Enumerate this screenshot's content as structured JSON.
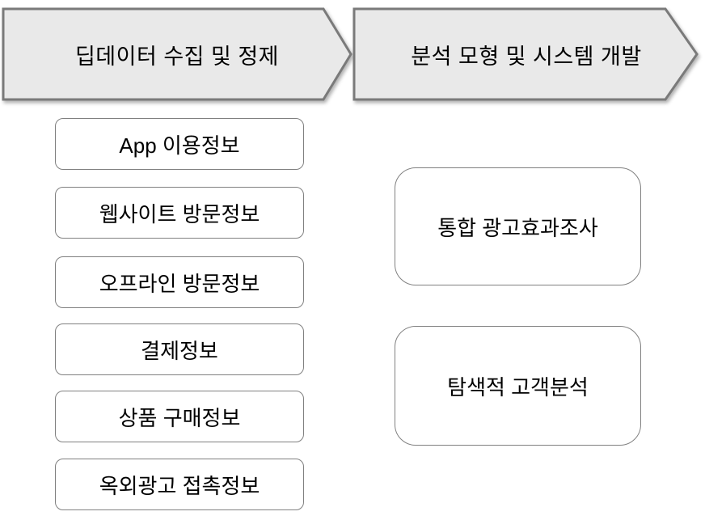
{
  "diagram": {
    "stages": [
      {
        "label": "딥데이터 수집 및 정제",
        "items": [
          "App 이용정보",
          "웹사이트 방문정보",
          "오프라인 방문정보",
          "결제정보",
          "상품 구매정보",
          "옥외광고 접촉정보"
        ]
      },
      {
        "label": "분석 모형 및 시스템 개발",
        "items": [
          "통합 광고효과조사",
          "탐색적 고객분석"
        ]
      }
    ]
  },
  "colors": {
    "arrow_fill": "#e9e9e9",
    "arrow_border": "#7a7a7a",
    "box_fill": "#ffffff",
    "box_border": "#808080",
    "text": "#000000",
    "background": "#ffffff"
  }
}
